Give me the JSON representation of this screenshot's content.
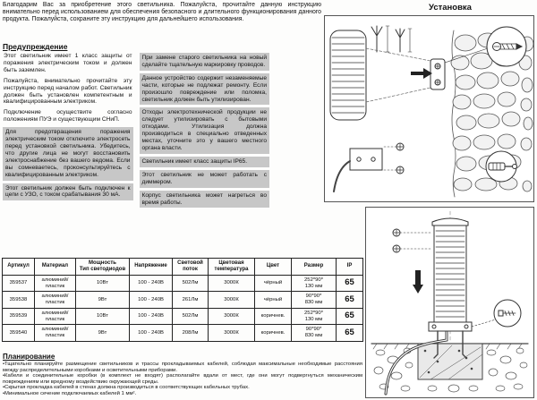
{
  "intro": "Благодарим Вас за приобретение этого светильника. Пожалуйста, прочитайте данную инструкцию внимательно перед использованием для обеспечения безопасного и длительного функционирования данного продукта. Пожалуйста, сохраните эту инструкцию для дальнейшего использования.",
  "warning": {
    "title": "Предупреждение",
    "col1": [
      "Этот светильник имеет 1 класс защиты от поражения электрическим током и должен быть заземлен.",
      "Пожалуйста, внимательно прочитайте эту инструкцию перед началом работ. Светильник должен быть установлен компетентным и квалифицированным электриком.",
      "Подключение осуществите согласно положениям ПУЭ и существующим СНиП.",
      "Для предотвращения поражения электрическим током отключите электросеть перед установкой светильника. Убедитесь, что другие лица не могут восстановить электроснабжение без вашего ведома. Если вы сомневаетесь, проконсультируйтесь с квалифицированным электриком.",
      "Этот светильник должен быть подключен к цепи с УЗО, с током срабатывания 30 мА."
    ],
    "col2": [
      "При замене старого светильника на новый сделайте тщательную маркировку проводов.",
      "Данное устройство содержит незаменяемые части, которые не подлежат ремонту. Если произошло повреждение или поломка, светильник должен быть утилизирован.",
      "Отходы электротехнической продукции не следует утилизировать с бытовыми отходами. Утилизация должна производиться в специально отведенных местах, уточните это у вашего местного органа власти.",
      "Светильник имеет класс защиты IP65.",
      "Этот светильник не может работать с диммером.",
      "Корпус светильника может нагреться во время работы."
    ]
  },
  "table": {
    "headers": [
      "Артикул",
      "Материал",
      "Мощность\nТип светодиодов",
      "Напряжение",
      "Световой\nпоток",
      "Цветовая\nтемпература",
      "Цвет",
      "Размер",
      "IP"
    ],
    "rows": [
      [
        "359537",
        "алюминий/\nпластик",
        "10Вт",
        "100 - 240В",
        "502Лм",
        "3000К",
        "чёрный",
        "252*90*\n130 мм",
        "65"
      ],
      [
        "359538",
        "алюминий/\nпластик",
        "9Вт",
        "100 - 240В",
        "261Лм",
        "3000К",
        "чёрный",
        "90*90*\n830 мм",
        "65"
      ],
      [
        "359539",
        "алюминий/\nпластик",
        "10Вт",
        "100 - 240В",
        "502Лм",
        "3000К",
        "коричнев.",
        "252*90*\n130 мм",
        "65"
      ],
      [
        "359540",
        "алюминий/\nпластик",
        "9Вт",
        "100 - 240В",
        "208Лм",
        "3000К",
        "коричнев.",
        "90*90*\n830 мм",
        "65"
      ]
    ]
  },
  "planning": {
    "title": "Планирование",
    "items": [
      "•Тщательно планируйте размещение светильников и трассы прокладываемых кабелей, соблюдая максимальные необходимые расстояния между распределительными коробками и осветительными приборами.",
      "•Кабели и соединительные коробки (в комплект не входят) располагайте вдали от мест, где они могут подвергнуться механическим повреждениям или вредному воздействию окружающей среды.",
      "•Скрытая прокладка кабелей в стенах должна производиться в соответствующих кабельных трубах.",
      "•Минимальное сечение подключаемых кабелей 1 мм²."
    ]
  },
  "installation": {
    "title": "Установка"
  },
  "colors": {
    "highlight_gray": "#c7c7c7",
    "border_black": "#222222"
  }
}
